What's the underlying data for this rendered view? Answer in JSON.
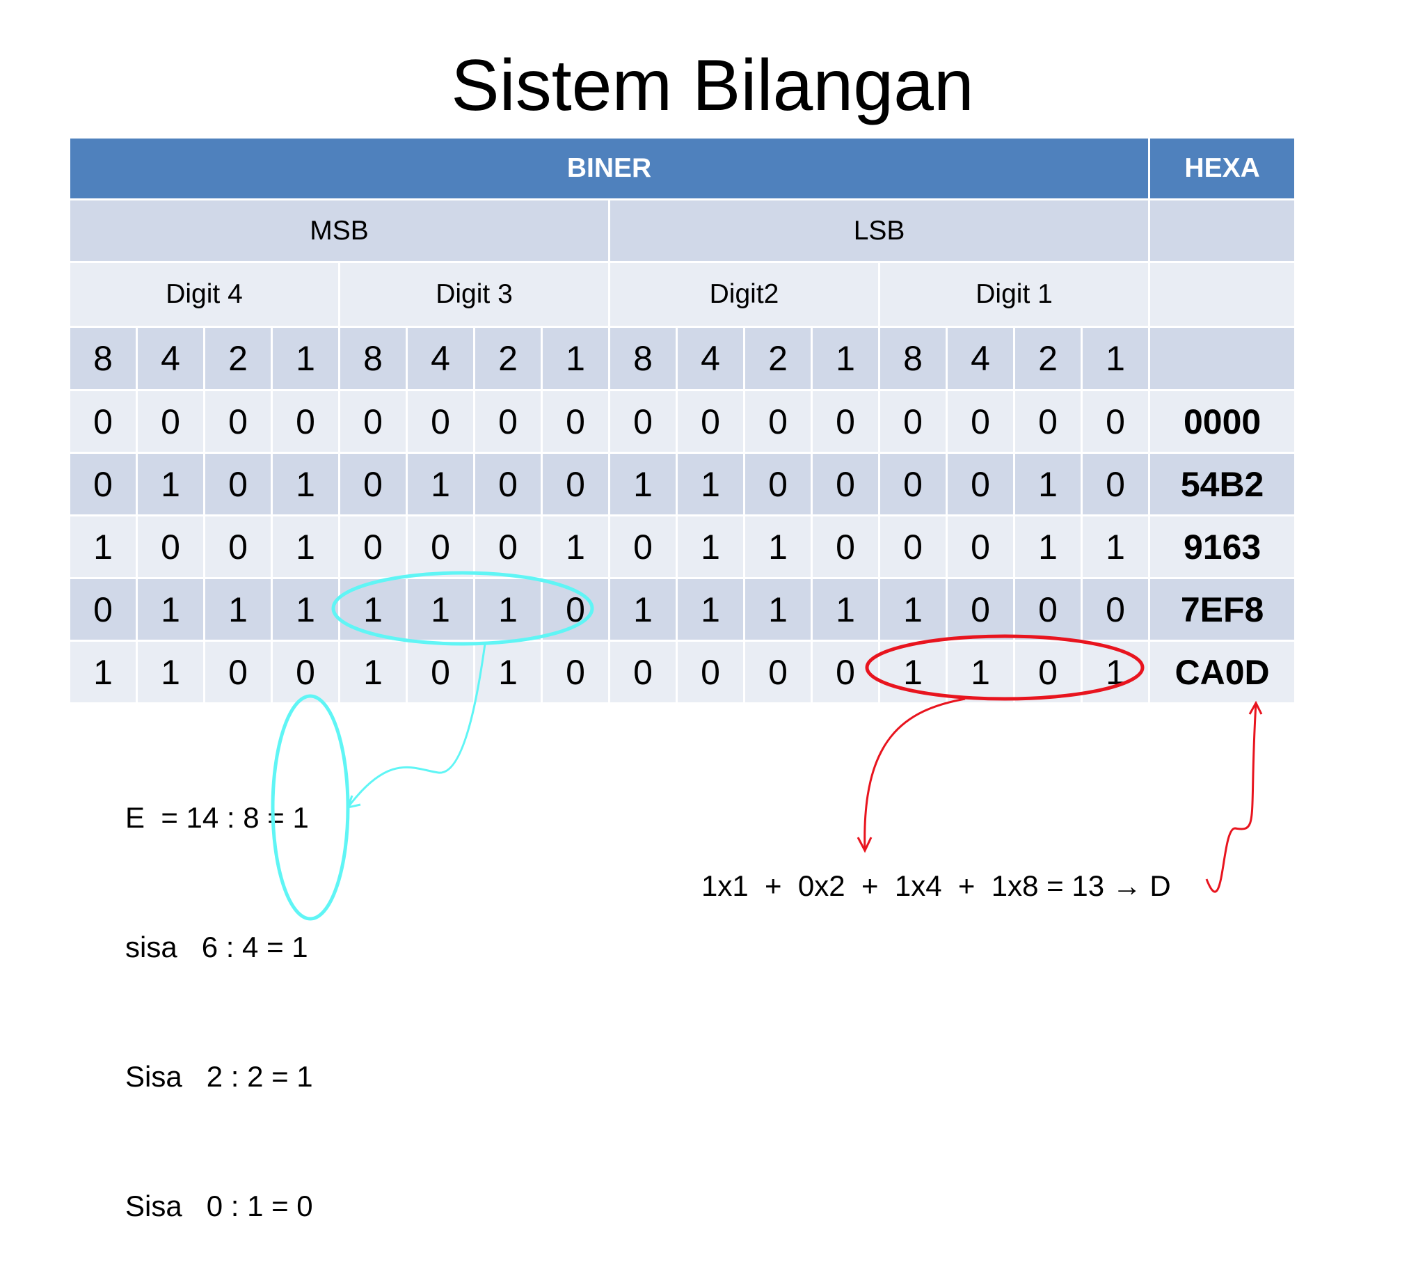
{
  "title": "Sistem Bilangan",
  "table": {
    "header_binary": "BINER",
    "header_hex": "HEXA",
    "msb": "MSB",
    "lsb": "LSB",
    "digits": [
      "Digit 4",
      "Digit 3",
      "Digit2",
      "Digit 1"
    ],
    "weights": [
      "8",
      "4",
      "2",
      "1",
      "8",
      "4",
      "2",
      "1",
      "8",
      "4",
      "2",
      "1",
      "8",
      "4",
      "2",
      "1"
    ],
    "rows": [
      {
        "bits": [
          "0",
          "0",
          "0",
          "0",
          "0",
          "0",
          "0",
          "0",
          "0",
          "0",
          "0",
          "0",
          "0",
          "0",
          "0",
          "0"
        ],
        "hex": "0000"
      },
      {
        "bits": [
          "0",
          "1",
          "0",
          "1",
          "0",
          "1",
          "0",
          "0",
          "1",
          "1",
          "0",
          "0",
          "0",
          "0",
          "1",
          "0"
        ],
        "hex": "54B2"
      },
      {
        "bits": [
          "1",
          "0",
          "0",
          "1",
          "0",
          "0",
          "0",
          "1",
          "0",
          "1",
          "1",
          "0",
          "0",
          "0",
          "1",
          "1"
        ],
        "hex": "9163"
      },
      {
        "bits": [
          "0",
          "1",
          "1",
          "1",
          "1",
          "1",
          "1",
          "0",
          "1",
          "1",
          "1",
          "1",
          "1",
          "0",
          "0",
          "0"
        ],
        "hex": "7EF8"
      },
      {
        "bits": [
          "1",
          "1",
          "0",
          "0",
          "1",
          "0",
          "1",
          "0",
          "0",
          "0",
          "0",
          "0",
          "1",
          "1",
          "0",
          "1"
        ],
        "hex": "CA0D"
      }
    ]
  },
  "notes": {
    "left": [
      "E  = 14 : 8 = 1",
      "sisa   6 : 4 = 1",
      "Sisa   2 : 2 = 1",
      "Sisa   0 : 1 = 0"
    ],
    "right": "1x1  +  0x2  +  1x4  +  1x8 = 13 → D"
  },
  "colors": {
    "header": "#4f81bd",
    "band_dark": "#d0d8e8",
    "band_light": "#e9edf4",
    "annotation_cyan": "#5ff5f5",
    "annotation_red": "#e8141e"
  }
}
